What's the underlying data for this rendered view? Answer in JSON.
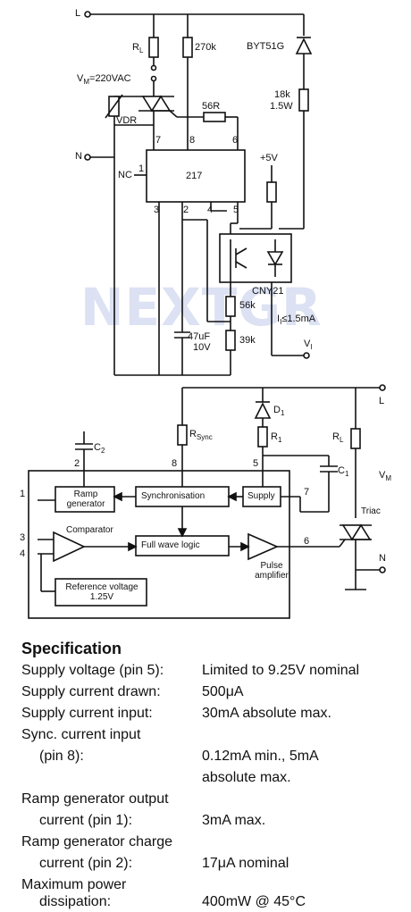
{
  "watermark": "NEXTGR",
  "top_circuit": {
    "node_L": "L",
    "node_N": "N",
    "rl": "R",
    "rl_sub": "L",
    "r270k": "270k",
    "diode": "BYT51G",
    "vm_label": "V",
    "vm_sub": "M",
    "vm_value": "=220VAC",
    "r18k_a": "18k",
    "r18k_b": "1.5W",
    "r56r": "56R",
    "vdr": "VDR",
    "nc": "NC",
    "ic": "217",
    "plus5v": "+5V",
    "pin1": "1",
    "pin2": "2",
    "pin3": "3",
    "pin4": "4",
    "pin5": "5",
    "pin6": "6",
    "pin7": "7",
    "pin8": "8",
    "opto": "CNY21",
    "r56k": "56k",
    "il_label": "I",
    "il_sub": "I",
    "il_value": "≤1.5mA",
    "cap_value": "47uF",
    "cap_voltage": "10V",
    "r39k": "39k",
    "vi_label": "V",
    "vi_sub": "I"
  },
  "bottom_circuit": {
    "node_L": "L",
    "node_N": "N",
    "d1": "D",
    "d1_sub": "1",
    "rsync": "R",
    "rsync_sub": "Sync",
    "r1": "R",
    "r1_sub": "1",
    "rl": "R",
    "rl_sub": "L",
    "c2": "C",
    "c2_sub": "2",
    "c1": "C",
    "c1_sub": "1",
    "vm": "V",
    "vm_sub": "M",
    "triac": "Triac",
    "ramp": "Ramp generator",
    "sync": "Synchronisation",
    "supply": "Supply",
    "comparator": "Comparator",
    "full_wave": "Full wave logic",
    "pulse_amp": "Pulse amplifier",
    "ref_voltage": "Reference voltage 1.25V",
    "pin1": "1",
    "pin2": "2",
    "pin3": "3",
    "pin4": "4",
    "pin5": "5",
    "pin6": "6",
    "pin7": "7",
    "pin8": "8"
  },
  "specification": {
    "title": "Specification",
    "rows": [
      {
        "label": "Supply voltage (pin 5):",
        "value": "Limited to 9.25V nominal"
      },
      {
        "label": "Supply current drawn:",
        "value": "500μA"
      },
      {
        "label": "Supply current input:",
        "value": "30mA absolute max."
      },
      {
        "label": "Sync. current input",
        "label2": "(pin 8):",
        "value": "0.12mA min., 5mA",
        "value2": "absolute max."
      },
      {
        "label": "Ramp generator output",
        "label2": "current (pin 1):",
        "value": "3mA max."
      },
      {
        "label": "Ramp generator charge",
        "label2": "current (pin 2):",
        "value": "17μA nominal"
      },
      {
        "label": "Maximum power",
        "label2": "dissipation:",
        "value": "400mW @ 45°C"
      }
    ]
  }
}
